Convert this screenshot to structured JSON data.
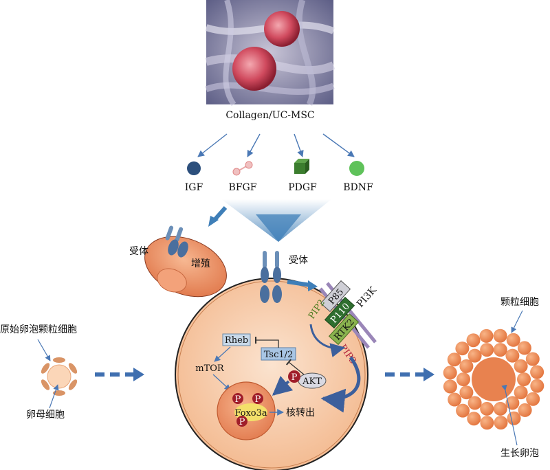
{
  "source_label": "Collagen/UC-MSC",
  "factors": [
    "IGF",
    "BFGF",
    "PDGF",
    "BDNF"
  ],
  "receptor_label": "受体",
  "proliferation_label": "增殖",
  "receptor2_label": "受体",
  "primordial_label": "原始卵泡颗粒细胞",
  "oocyte_label": "卵母细胞",
  "granulosa_label": "颗粒细胞",
  "growing_label": "生长卵泡",
  "pi3k": {
    "name": "PI3K",
    "p85": "P85",
    "p110": "P110",
    "rtk2": "RTK2"
  },
  "pip2": "PIP2",
  "pip3": "PIP3",
  "akt": "AKT",
  "p": "P",
  "tsc": "Tsc1/2",
  "rheb": "Rheb",
  "mtor": "mTOR",
  "foxo": "Foxo3a",
  "export": "核转出",
  "colors": {
    "arrow": "#4a78b5",
    "cell_fill": "#f6c9a3",
    "nucleus": "#e8835a",
    "granulosa": "#ec8a4a"
  }
}
